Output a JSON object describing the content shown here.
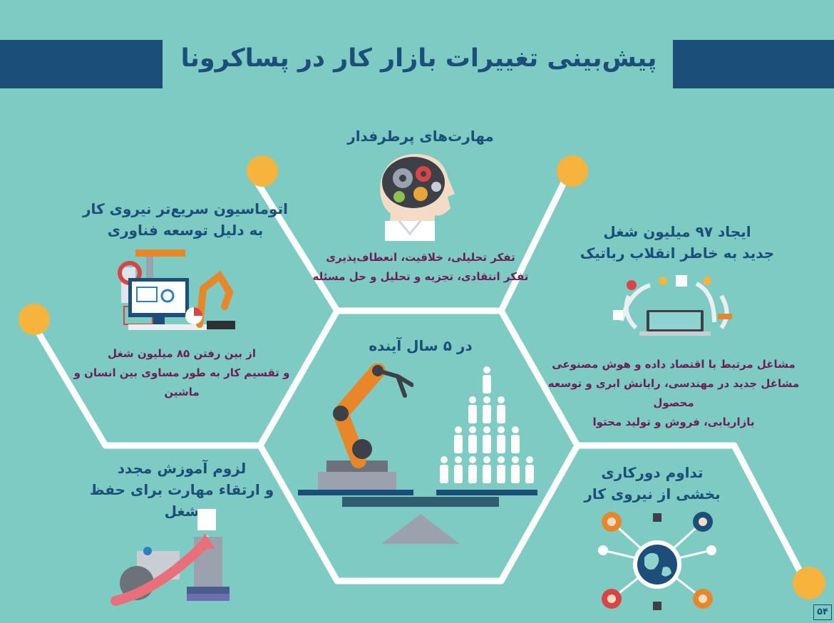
{
  "title": "پیش‌بینی تغییرات بازار کار در پساکرونا",
  "center": {
    "heading": "در ۵ سال آینده"
  },
  "top": {
    "heading": "مهارت‌های پرطرفدار",
    "lines": [
      "تفکر تحلیلی، خلاقیت، انعطاف‌پذیری",
      "تفکر انتقادی، تجزیه و تحلیل و حل مسئله"
    ]
  },
  "top_left": {
    "heading_lines": [
      "اتوماسیون سریع‌تر نیروی کار",
      "به دلیل توسعه فناوری"
    ],
    "lines": [
      "از بین رفتن ۸۵ میلیون شغل",
      "و تقسیم کار به طور مساوی بین انسان و ماشین"
    ]
  },
  "top_right": {
    "heading_lines": [
      "ایجاد ۹۷ میلیون شغل",
      "جدید به خاطر انقلاب رباتیک"
    ],
    "lines": [
      "مشاغل مرتبط با اقتصاد داده و هوش مصنوعی",
      "مشاغل جدید در مهندسی، رایانش ابری و توسعه محصول",
      "بازاریابی، فروش و تولید محتوا"
    ]
  },
  "bottom_left": {
    "heading_lines": [
      "لزوم آموزش مجدد",
      "و ارتقاء مهارت برای حفظ شغل"
    ]
  },
  "bottom_right": {
    "heading_lines": [
      "تداوم دورکاری",
      "بخشی از نیروی کار"
    ]
  },
  "page_number": "۵۴",
  "colors": {
    "background": "#7ecbc4",
    "primary": "#1b4f79",
    "text": "#6b1f57",
    "accent": "#f6b33d",
    "robot": "#e8862a",
    "line": "#ffffff"
  },
  "icons": [
    "brain-gears-icon",
    "robot-arm-icon",
    "people-pyramid-icon",
    "scale-base-icon",
    "factory-automation-icon",
    "laptop-robotics-icon",
    "training-growth-icon",
    "remote-work-globe-icon"
  ]
}
